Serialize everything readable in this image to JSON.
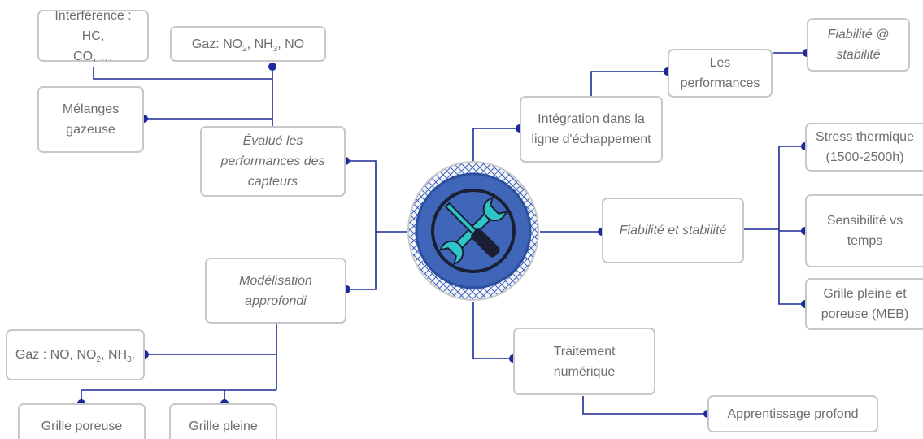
{
  "colors": {
    "connector": "#1c2a9c",
    "node_border": "#c8c8c8",
    "node_text": "#6e6e6e",
    "hub_fill": "#3f66b8",
    "hub_ring": "#2a5aa8"
  },
  "center": {
    "icon": "wrench-screwdriver-icon"
  },
  "left": {
    "evaluate": {
      "line1": "Évalué les",
      "line2": "performances des",
      "line3": "capteurs"
    },
    "interference": {
      "line1": "Interférence : HC,",
      "line2": "CO, …"
    },
    "gases_top": {
      "prefix": "Gaz: NO",
      "sub1": "2",
      "mid": ", NH",
      "sub2": "3",
      "suffix": ", NO"
    },
    "mixtures": {
      "line1": "Mélanges",
      "line2": "gazeuse"
    },
    "modeling": {
      "line1": "Modélisation",
      "line2": "approfondi"
    },
    "gases_bottom": {
      "prefix": "Gaz : NO, NO",
      "sub1": "2",
      "mid": ", NH",
      "sub2": "3",
      "suffix": "."
    },
    "porous_grid": "Grille poreuse",
    "full_grid": "Grille pleine"
  },
  "right": {
    "integration": {
      "line1": "Intégration dans la",
      "line2": "ligne d'échappement"
    },
    "performances": {
      "line1": "Les",
      "line2": "performances"
    },
    "reliability_at": {
      "line1": "Fiabilité @",
      "line2": "stabilité"
    },
    "reliability": "Fiabilité et stabilité",
    "thermal_stress": {
      "line1": "Stress thermique",
      "line2": "(1500-2500h)"
    },
    "sensitivity": {
      "line1": "Sensibilité vs",
      "line2": "temps"
    },
    "grid_meb": {
      "line1": "Grille pleine et",
      "line2": "poreuse (MEB)"
    },
    "numeric": {
      "line1": "Traitement",
      "line2": "numérique"
    },
    "deep_learning": "Apprentissage profond"
  }
}
